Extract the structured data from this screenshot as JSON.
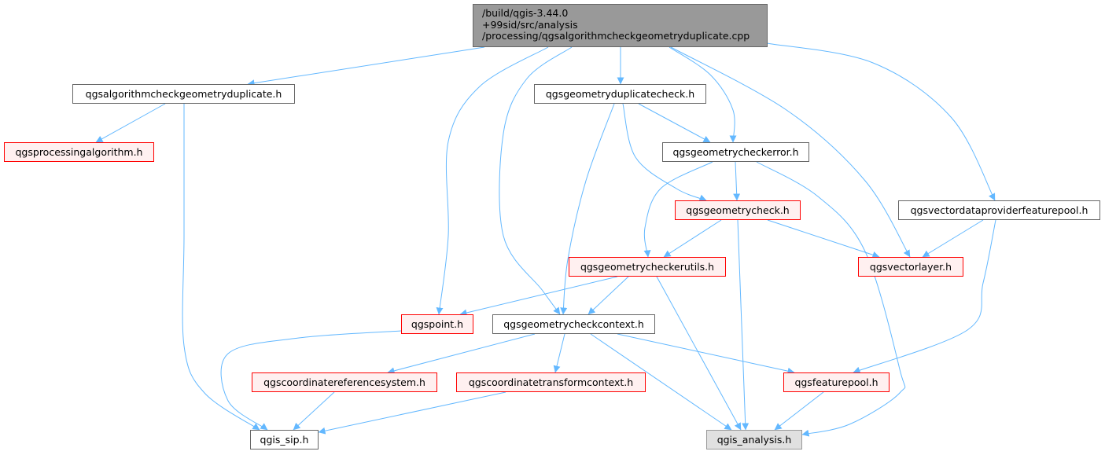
{
  "title": "/build/qgis-3.44.0+99sid/src/analysis/processing/qgsalgorithmcheckgeometryduplicate.cpp",
  "colors": {
    "edge": "#63b8ff",
    "root_fill": "#999999",
    "red_border": "#ff0000",
    "red_fill": "#fff0f0",
    "grey_fill": "#e0e0e0",
    "border": "#666666"
  },
  "nodes": {
    "root": {
      "lines": [
        "/build/qgis-3.44.0",
        "+99sid/src/analysis",
        "/processing/qgsalgorithmcheckgeometryduplicate.cpp"
      ],
      "style": "root"
    },
    "algo_h": {
      "label": "qgsalgorithmcheckgeometryduplicate.h",
      "style": "plain"
    },
    "procalgo": {
      "label": "qgsprocessingalgorithm.h",
      "style": "red"
    },
    "dupcheck": {
      "label": "qgsgeometryduplicatecheck.h",
      "style": "plain"
    },
    "checkerror": {
      "label": "qgsgeometrycheckerror.h",
      "style": "plain"
    },
    "geomcheck": {
      "label": "qgsgeometrycheck.h",
      "style": "red"
    },
    "vdpfp": {
      "label": "qgsvectordataproviderfeaturepool.h",
      "style": "plain"
    },
    "vectorlayer": {
      "label": "qgsvectorlayer.h",
      "style": "red"
    },
    "checkerutils": {
      "label": "qgsgeometrycheckerutils.h",
      "style": "red"
    },
    "point": {
      "label": "qgspoint.h",
      "style": "red"
    },
    "checkcontext": {
      "label": "qgsgeometrycheckcontext.h",
      "style": "plain"
    },
    "crs": {
      "label": "qgscoordinatereferencesystem.h",
      "style": "red"
    },
    "ctc": {
      "label": "qgscoordinatetransformcontext.h",
      "style": "red"
    },
    "featurepool": {
      "label": "qgsfeaturepool.h",
      "style": "red"
    },
    "sip": {
      "label": "qgis_sip.h",
      "style": "plain"
    },
    "analysis": {
      "label": "qgis_analysis.h",
      "style": "grey"
    }
  },
  "edges": [
    [
      "root",
      "algo_h"
    ],
    [
      "root",
      "dupcheck"
    ],
    [
      "root",
      "checkerror"
    ],
    [
      "root",
      "vdpfp"
    ],
    [
      "root",
      "vectorlayer"
    ],
    [
      "root",
      "point"
    ],
    [
      "root",
      "checkcontext"
    ],
    [
      "algo_h",
      "procalgo"
    ],
    [
      "algo_h",
      "sip"
    ],
    [
      "dupcheck",
      "checkerror"
    ],
    [
      "dupcheck",
      "geomcheck"
    ],
    [
      "dupcheck",
      "checkcontext"
    ],
    [
      "checkerror",
      "geomcheck"
    ],
    [
      "checkerror",
      "checkerutils"
    ],
    [
      "checkerror",
      "analysis"
    ],
    [
      "geomcheck",
      "checkerutils"
    ],
    [
      "geomcheck",
      "vectorlayer"
    ],
    [
      "geomcheck",
      "analysis"
    ],
    [
      "vdpfp",
      "vectorlayer"
    ],
    [
      "vdpfp",
      "featurepool"
    ],
    [
      "checkerutils",
      "point"
    ],
    [
      "checkerutils",
      "checkcontext"
    ],
    [
      "checkerutils",
      "analysis"
    ],
    [
      "point",
      "sip"
    ],
    [
      "checkcontext",
      "crs"
    ],
    [
      "checkcontext",
      "ctc"
    ],
    [
      "checkcontext",
      "featurepool"
    ],
    [
      "checkcontext",
      "analysis"
    ],
    [
      "crs",
      "sip"
    ],
    [
      "ctc",
      "sip"
    ],
    [
      "featurepool",
      "analysis"
    ]
  ]
}
